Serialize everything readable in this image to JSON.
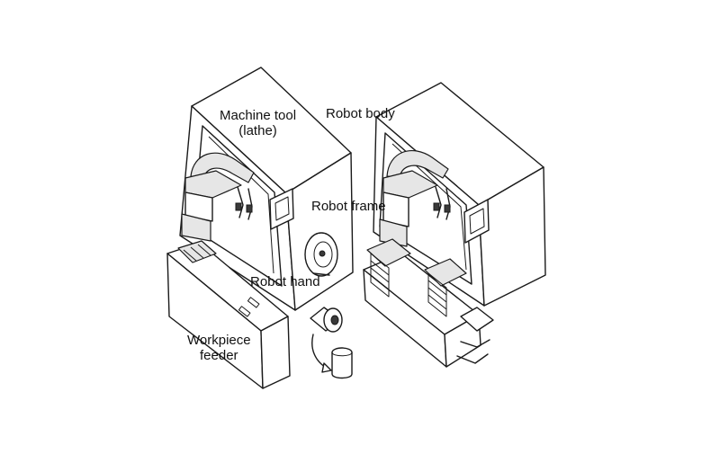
{
  "labels": {
    "machine_tool_line1": "Machine tool",
    "machine_tool_line2": "(lathe)",
    "robot_body": "Robot body",
    "robot_frame": "Robot frame",
    "robot_hand": "Robot hand",
    "workpiece_feeder_line1": "Workpiece",
    "workpiece_feeder_line2": "feeder"
  }
}
